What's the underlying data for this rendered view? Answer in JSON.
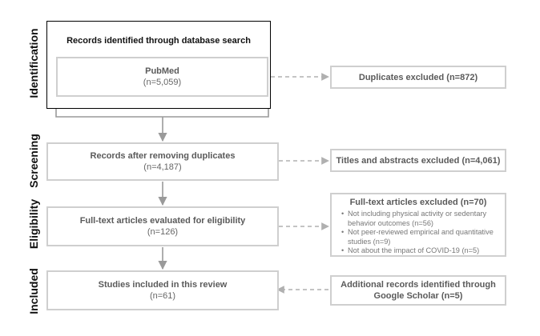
{
  "phases": {
    "identification": "Identification",
    "screening": "Screening",
    "eligibility": "Eligibility",
    "included": "Included"
  },
  "identification": {
    "title": "Records identified through database search",
    "source_name": "PubMed",
    "source_count": "(n=5,059)",
    "duplicates_excluded": "Duplicates excluded (n=872)"
  },
  "screening": {
    "title": "Records after removing duplicates",
    "count": "(n=4,187)",
    "excluded": "Titles and abstracts excluded (n=4,061)"
  },
  "eligibility": {
    "title": "Full-text articles evaluated for eligibility",
    "count": "(n=126)",
    "excluded_title": "Full-text articles excluded (n=70)",
    "reasons": [
      "Not including physical activity or sedentary behavior outcomes (n=56)",
      "Not peer-reviewed empirical and quantitative studies (n=9)",
      "Not about the impact of COVID-19 (n=5)"
    ]
  },
  "included": {
    "title": "Studies included in this review",
    "count": "(n=61)",
    "additional": "Additional records identified through Google Scholar (n=5)"
  }
}
